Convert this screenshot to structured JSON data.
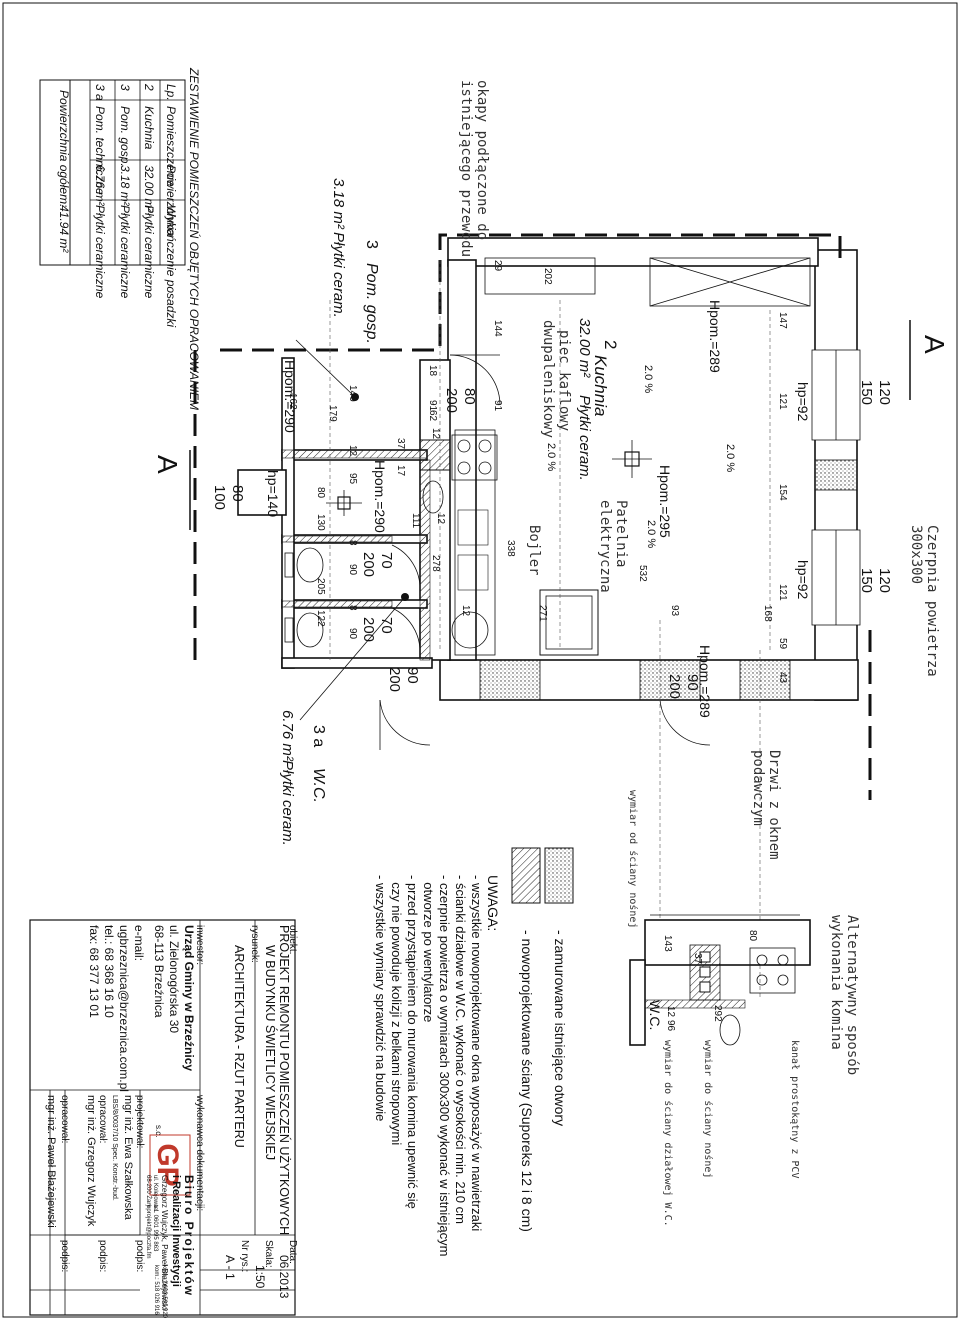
{
  "rooms": [
    {
      "no": "2",
      "name": "Kuchnia",
      "area": "32.00 m²",
      "finish": "Płytki ceram."
    },
    {
      "no": "3",
      "name": "Pom. gosp.",
      "area": "3.18 m²",
      "finish": "Płytki ceram."
    },
    {
      "no": "3 a",
      "name": "W.C.",
      "area": "6.76 m²",
      "finish": "Płytki ceram."
    }
  ],
  "heights": {
    "h289a": "Hpom.=289",
    "h289b": "Hpom.=289",
    "h295": "Hpom.=295",
    "h290a": "Hpom.=290",
    "h290b": "Hpom.=290",
    "hp92a": "hp=92",
    "hp92b": "hp=92",
    "hp140": "hp=140"
  },
  "openings": [
    {
      "w": "120",
      "h": "150"
    },
    {
      "w": "120",
      "h": "150"
    },
    {
      "w": "80",
      "h": "200"
    },
    {
      "w": "70",
      "h": "200"
    },
    {
      "w": "70",
      "h": "200"
    },
    {
      "w": "90",
      "h": "200"
    },
    {
      "w": "90",
      "h": "200"
    },
    {
      "w": "80",
      "h": "100"
    }
  ],
  "section_marks": [
    "A",
    "A"
  ],
  "notes_plan": {
    "czerpnia": [
      "Czerpnia powietrza",
      "300x300"
    ],
    "okapy": [
      "okapy podłączone do",
      "istniejącego przewodu"
    ],
    "piec": [
      "piec kaflowy",
      "dwupaleniskowy"
    ],
    "patelnia": [
      "Patelnia",
      "elektryczna"
    ],
    "bojler": "Bojler",
    "drzwi": [
      "Drzwi z oknem",
      "podawczym"
    ],
    "wymiar_nosnej": "wymiar od ściany nośnej",
    "slope": "2.0 %"
  },
  "dims": [
    "147",
    "121",
    "154",
    "121",
    "168",
    "59",
    "43",
    "93",
    "532",
    "271",
    "144",
    "91",
    "338",
    "278",
    "111",
    "12",
    "29",
    "202",
    "18",
    "91",
    "62",
    "12",
    "140",
    "179",
    "162",
    "12",
    "80",
    "130",
    "37",
    "17",
    "95",
    "205",
    "122",
    "90",
    "8",
    "90",
    "8",
    "12"
  ],
  "alt_chimney": {
    "title": [
      "Alternatywny sposób",
      "wykonania komina"
    ],
    "kanal": "kanał prostokątny z PCV",
    "wymiar_nosnej": "wymiar do ściany nośnej",
    "wymiar_dzialowej": "wymiar do ściany działowej W.C.",
    "wc": "W.C.",
    "dims": [
      "80",
      "143",
      "37",
      "292",
      "12",
      "96"
    ]
  },
  "legend": [
    {
      "label": "- zamurowane istniejące otwory"
    },
    {
      "label": "- nowoprojektowane ściany (Suporeks 12 i 8 cm)"
    }
  ],
  "uwaga": {
    "title": "UWAGA:",
    "lines": [
      "- wszystkie nowoprojektowane okna wyposażyć w nawietrzaki",
      "- ścianki działowe w W.C. wykonać o wysokości min. 210 cm",
      "- czerpnie powietrza o wymiarach 300x300 wykonać w istniejącym",
      "  otworze po wentylatorze",
      "- przed przystąpieniem do murowania komina upewnić się",
      "  czy nie powoduje kolizji z belkami stropowymi",
      "- wszystkie wymiary sprawdzić na budowie"
    ]
  },
  "schedule": {
    "title": "ZESTAWIENIE POMIESZCZEŃ OBJĘTYCH OPRACOWANIEM",
    "headers": [
      "Lp.",
      "Pomieszczenie",
      "Powierzchnia",
      "Wykończenie posadzki"
    ],
    "rows": [
      [
        "2",
        "Kuchnia",
        "32.00 m²",
        "Płytki ceramiczne"
      ],
      [
        "3",
        "Pom. gosp.",
        "3.18 m²",
        "Płytki ceramiczne"
      ],
      [
        "3 a",
        "Pom. techniczne",
        "6.76 m²",
        "Płytki ceramiczne"
      ]
    ],
    "total_label": "Powierzchnia ogółem:",
    "total_value": "41.94 m²"
  },
  "title_block": {
    "obiekt_label": "obiekt:",
    "obiekt": [
      "PROJEKT REMONTU POMIESZCZEŃ UŻYTKOWYCH",
      "W BUDYNKU ŚWIETLICY WIEJSKIEJ"
    ],
    "rysunek_label": "rysunek:",
    "rysunek": "ARCHITEKTURA - RZUT PARTERU",
    "data_label": "Data:",
    "data": "06.2013",
    "skala_label": "Skala:",
    "skala": "1:50",
    "nr_label": "Nr rys.:",
    "nr": "A - 1",
    "inwestor_label": "inwestor:",
    "inwestor": [
      "Urząd Gminy w Brzeźnicy",
      "ul. Zielonogórska 30",
      "68-113 Brzeźnica",
      "e-mail:",
      "ugbrzeznica@brzeznica.com.pl",
      "tel.: 68 368 16 10",
      "fax: 68 377 13 01"
    ],
    "wykonawca_label": "wykonawca dokumentacji:",
    "company": [
      "Biuro Projektów",
      "i Realizacji Inwestycji",
      "Grzegorz Wujczyk, Paweł Błażejewski"
    ],
    "company_small": [
      "ul. Kolejowa 1",
      "68-200 Żary",
      "tel. 0601 995 863",
      "bprojekt@poczta.fm",
      "kom.: 0603 591 920",
      "kom.: 518 026 916"
    ],
    "logo": "GP",
    "logo_sub": "s.c.",
    "projektowal_label": "projektował:",
    "projektowal": [
      "mgr inż. Ewa Szałkowska",
      "LBS/8/0037/10 Spec. Konstr.-bud."
    ],
    "opracowal_label": "opracował:",
    "opracowal1": "mgr inż. Grzegorz Wujczyk",
    "opracowal2": "mgr inż. Paweł Błażejewski",
    "podpis": "podpis:"
  }
}
